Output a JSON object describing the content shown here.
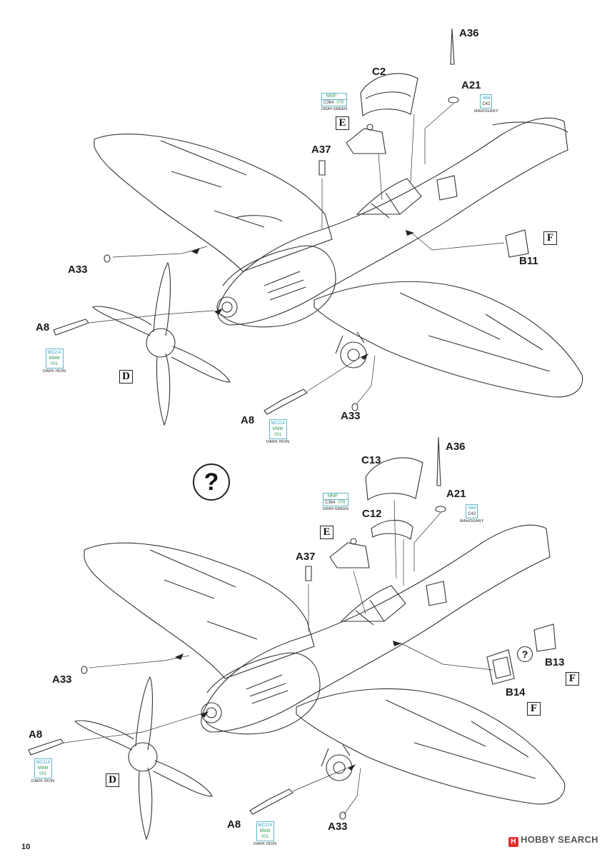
{
  "page_number": "10",
  "watermark": {
    "brand_mark": "H",
    "text": "HOBBY SEARCH"
  },
  "question_mark": "?",
  "top_view": {
    "parts": {
      "A36": "A36",
      "C2": "C2",
      "A21": "A21",
      "A37": "A37",
      "B11": "B11",
      "A33_left": "A33",
      "A8_left": "A8",
      "A8_bottom": "A8",
      "A33_bottom": "A33"
    },
    "boxes": {
      "E": "E",
      "F": "F",
      "D": "D"
    },
    "colors": {
      "canopy": {
        "mmp": "MMP",
        "c364": "C364",
        "n079": "079",
        "name": "GRAY-GREEN"
      },
      "mast": {
        "h84": "H84",
        "c42": "C42",
        "name": "MAHOGANY"
      },
      "cannon_left": {
        "mc214": "MC214",
        "mmm": "MMM",
        "n001": "001",
        "name": "DARK IRON"
      },
      "cannon_bottom": {
        "mc214": "MC214",
        "mmm": "MMM",
        "n001": "001",
        "name": "DARK IRON"
      }
    }
  },
  "bottom_view": {
    "parts": {
      "A36": "A36",
      "C13": "C13",
      "A21": "A21",
      "C12": "C12",
      "A37": "A37",
      "B13": "B13",
      "B14": "B14",
      "A33_left": "A33",
      "A8_left": "A8",
      "A8_bottom": "A8",
      "A33_bottom": "A33"
    },
    "boxes": {
      "E": "E",
      "F1": "F",
      "F2": "F",
      "D": "D"
    },
    "colors": {
      "canopy": {
        "mmp": "MMP",
        "c364": "C364",
        "n079": "079",
        "name": "GRAY-GREEN"
      },
      "mast": {
        "h84": "H84",
        "c42": "C42",
        "name": "MAHOGANY"
      },
      "cannon_left": {
        "mc214": "MC214",
        "mmm": "MMM",
        "n001": "001",
        "name": "DARK IRON"
      },
      "cannon_bottom": {
        "mc214": "MC214",
        "mmm": "MMM",
        "n001": "001",
        "name": "DARK IRON"
      }
    }
  }
}
